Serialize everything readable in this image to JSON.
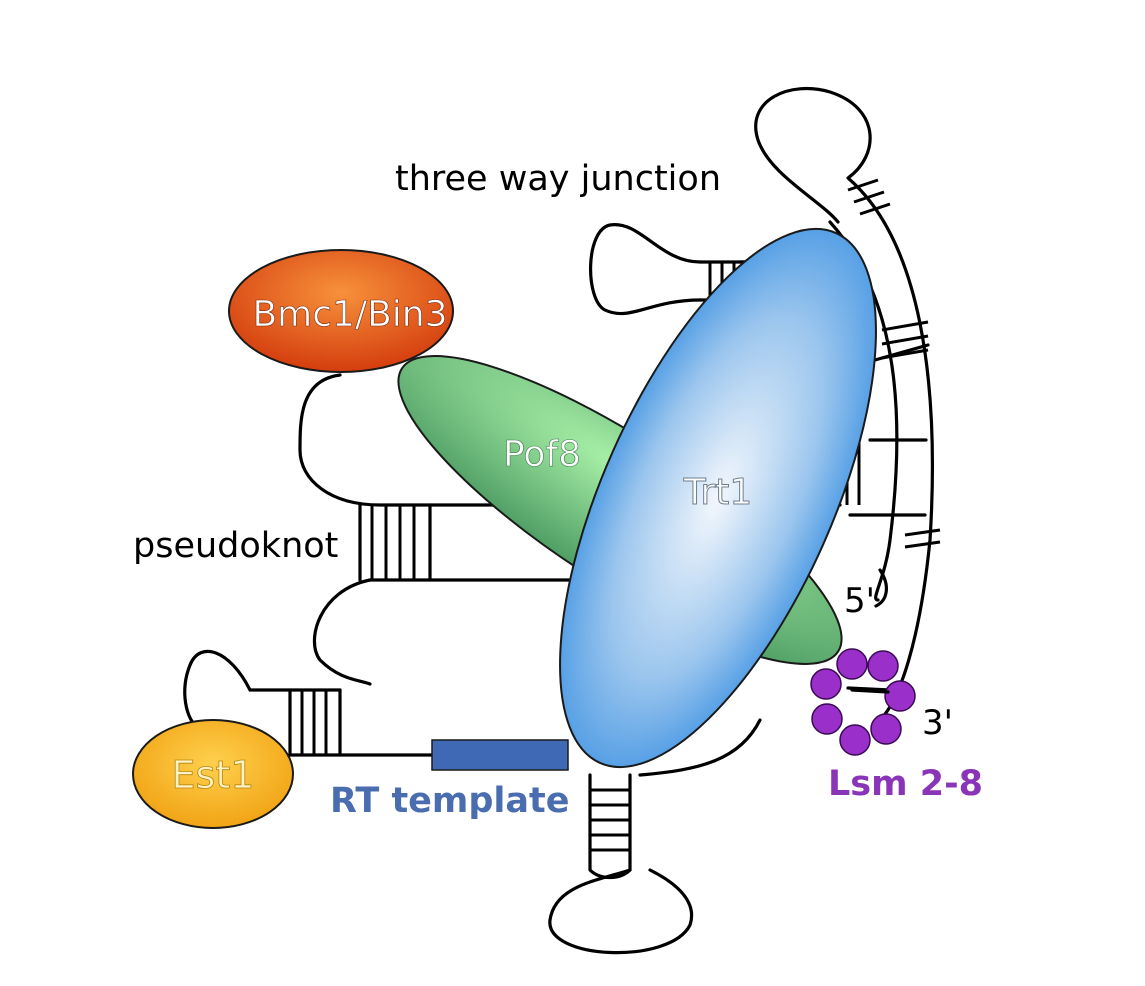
{
  "labels": {
    "three_way_junction": "three way junction",
    "pseudoknot": "pseudoknot",
    "rt_template": "RT template",
    "five_prime": "5'",
    "three_prime": "3'",
    "lsm": "Lsm 2-8"
  },
  "proteins": {
    "bmc1_bin3": "Bmc1/Bin3",
    "pof8": "Pof8",
    "trt1": "Trt1",
    "est1": "Est1"
  },
  "colors": {
    "bmc1_bin3": "#e8531a",
    "pof8": "#6dbd7a",
    "trt1": "#6aaee6",
    "est1": "#f5a915",
    "lsm": "#9b2fc9",
    "rt_template_bar": "#3f68b5",
    "rt_template_text": "#4a6db0",
    "lsm_text": "#8a35b8"
  }
}
